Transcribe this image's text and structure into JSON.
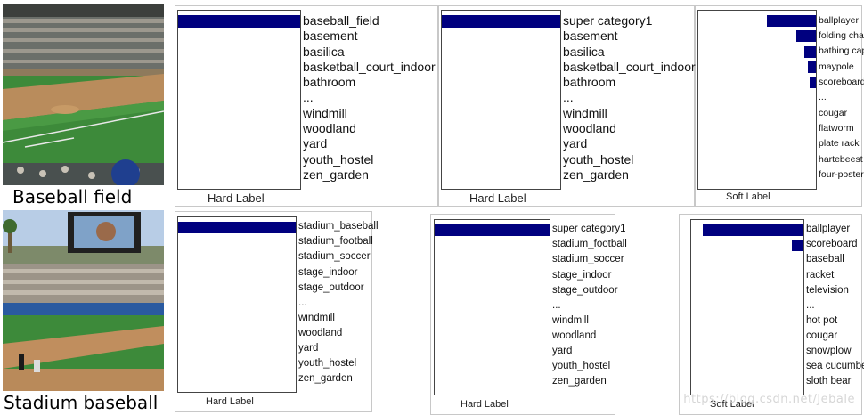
{
  "rows": [
    {
      "caption": "Baseball field",
      "charts": [
        {
          "type": "bar",
          "orientation": "horizontal",
          "xlabel": "Hard Label",
          "labels": [
            "baseball_field",
            "basement",
            "basilica",
            "basketball_court_indoor",
            "bathroom",
            "...",
            "windmill",
            "woodland",
            "yard",
            "youth_hostel",
            "zen_garden"
          ],
          "values": [
            1,
            0,
            0,
            0,
            0,
            null,
            0,
            0,
            0,
            0,
            0
          ]
        },
        {
          "type": "bar",
          "orientation": "horizontal",
          "xlabel": "Hard Label",
          "labels": [
            "super category1",
            "basement",
            "basilica",
            "basketball_court_indoor",
            "bathroom",
            "...",
            "windmill",
            "woodland",
            "yard",
            "youth_hostel",
            "zen_garden"
          ],
          "values": [
            1,
            0,
            0,
            0,
            0,
            null,
            0,
            0,
            0,
            0,
            0
          ]
        },
        {
          "type": "bar",
          "orientation": "horizontal",
          "xlabel": "Soft Label",
          "labels": [
            "ballplayer",
            "folding chair",
            "bathing cap",
            "maypole",
            "scoreboard",
            "...",
            "cougar",
            "flatworm",
            "plate rack",
            "hartebeest",
            "four-poster"
          ],
          "values": [
            0.42,
            0.17,
            0.1,
            0.07,
            0.05,
            null,
            0,
            0,
            0,
            0,
            0
          ]
        }
      ]
    },
    {
      "caption": "Stadium baseball",
      "charts": [
        {
          "type": "bar",
          "orientation": "horizontal",
          "xlabel": "Hard Label",
          "labels": [
            "stadium_baseball",
            "stadium_football",
            "stadium_soccer",
            "stage_indoor",
            "stage_outdoor",
            "...",
            "windmill",
            "woodland",
            "yard",
            "youth_hostel",
            "zen_garden"
          ],
          "values": [
            1,
            0,
            0,
            0,
            0,
            null,
            0,
            0,
            0,
            0,
            0
          ]
        },
        {
          "type": "bar",
          "orientation": "horizontal",
          "xlabel": "Hard Label",
          "labels": [
            "super category1",
            "stadium_football",
            "stadium_soccer",
            "stage_indoor",
            "stage_outdoor",
            "...",
            "windmill",
            "woodland",
            "yard",
            "youth_hostel",
            "zen_garden"
          ],
          "values": [
            1,
            0,
            0,
            0,
            0,
            null,
            0,
            0,
            0,
            0,
            0
          ]
        },
        {
          "type": "bar",
          "orientation": "horizontal",
          "xlabel": "Soft Label",
          "labels": [
            "ballplayer",
            "scoreboard",
            "baseball",
            "racket",
            "television",
            "...",
            "hot pot",
            "cougar",
            "snowplow",
            "sea cucumber",
            "sloth bear"
          ],
          "values": [
            0.9,
            0.1,
            0,
            0,
            0,
            null,
            0,
            0,
            0,
            0,
            0
          ]
        }
      ]
    }
  ],
  "watermark": "https://blog.csdn.net/Jebale"
}
